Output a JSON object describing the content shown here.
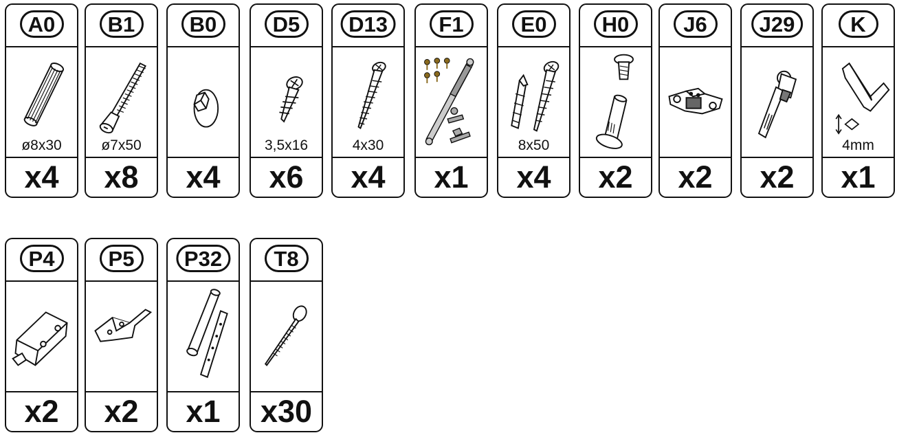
{
  "parts": [
    {
      "code": "A0",
      "size": "ø8x30",
      "qty": "x4",
      "icon": "wooden-dowel-icon"
    },
    {
      "code": "B1",
      "size": "ø7x50",
      "qty": "x8",
      "icon": "connector-bolt-icon"
    },
    {
      "code": "B0",
      "size": "",
      "qty": "x4",
      "icon": "bolt-head-icon"
    },
    {
      "code": "D5",
      "size": "3,5x16",
      "qty": "x6",
      "icon": "short-screw-icon"
    },
    {
      "code": "D13",
      "size": "4x30",
      "qty": "x4",
      "icon": "long-screw-icon"
    },
    {
      "code": "F1",
      "size": "",
      "qty": "x1",
      "icon": "gas-strut-icon"
    },
    {
      "code": "E0",
      "size": "8x50",
      "qty": "x4",
      "icon": "wall-plug-screw-icon"
    },
    {
      "code": "H0",
      "size": "",
      "qty": "x2",
      "icon": "connector-sleeve-icon"
    },
    {
      "code": "J6",
      "size": "",
      "qty": "x2",
      "icon": "mounting-plate-icon"
    },
    {
      "code": "J29",
      "size": "",
      "qty": "x2",
      "icon": "hinge-icon"
    },
    {
      "code": "K",
      "size": "4mm",
      "qty": "x1",
      "icon": "allen-key-icon"
    },
    {
      "code": "P4",
      "size": "",
      "qty": "x2",
      "icon": "push-latch-icon"
    },
    {
      "code": "P5",
      "size": "",
      "qty": "x2",
      "icon": "bracket-icon"
    },
    {
      "code": "P32",
      "size": "",
      "qty": "x1",
      "icon": "push-opener-icon"
    },
    {
      "code": "T8",
      "size": "",
      "qty": "x30",
      "icon": "nail-icon"
    }
  ]
}
